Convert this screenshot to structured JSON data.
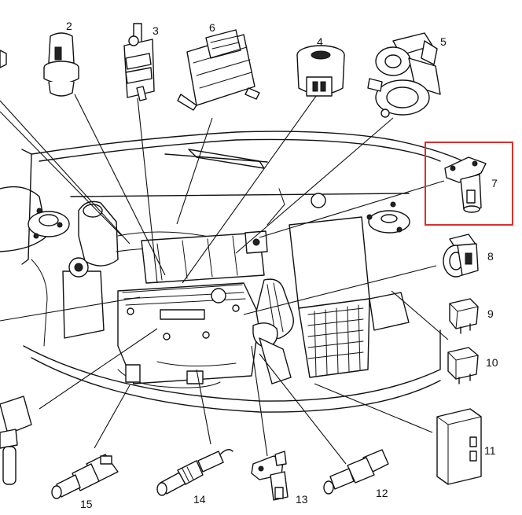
{
  "callouts": [
    {
      "id": "c2",
      "text": "2"
    },
    {
      "id": "c3",
      "text": "3"
    },
    {
      "id": "c4",
      "text": "4"
    },
    {
      "id": "c5",
      "text": "5"
    },
    {
      "id": "c6",
      "text": "6"
    },
    {
      "id": "c7",
      "text": "7"
    },
    {
      "id": "c8",
      "text": "8"
    },
    {
      "id": "c9",
      "text": "9"
    },
    {
      "id": "c10",
      "text": "10"
    },
    {
      "id": "c11",
      "text": "11"
    },
    {
      "id": "c12",
      "text": "12"
    },
    {
      "id": "c13",
      "text": "13"
    },
    {
      "id": "c14",
      "text": "14"
    },
    {
      "id": "c15",
      "text": "15"
    }
  ],
  "highlight": {
    "target": "7",
    "color": "#d9302c"
  }
}
